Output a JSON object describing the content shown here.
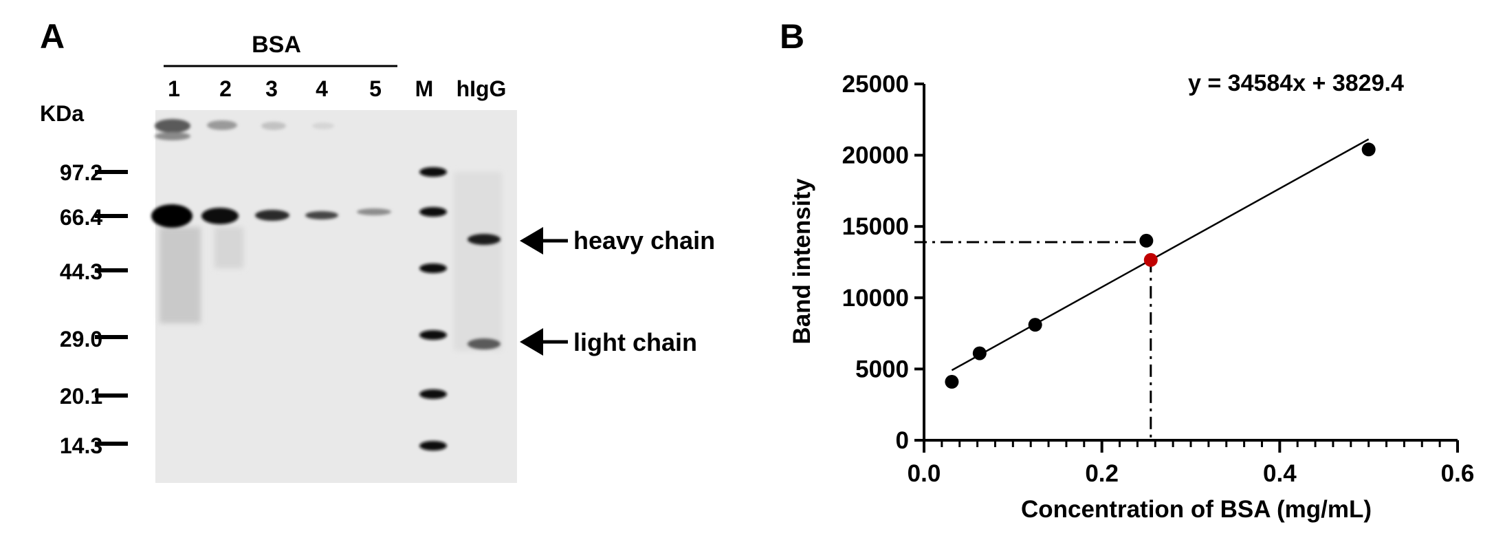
{
  "panel_a": {
    "label": "A",
    "group_label": "BSA",
    "lanes": [
      "1",
      "2",
      "3",
      "4",
      "5",
      "M",
      "hIgG"
    ],
    "unit": "KDa",
    "markers": [
      "97.2",
      "66.4",
      "44.3",
      "29.0",
      "20.1",
      "14.3"
    ],
    "annotations": [
      "heavy chain",
      "light chain"
    ]
  },
  "panel_b": {
    "label": "B"
  },
  "chart_data": {
    "type": "scatter",
    "title": "",
    "equation": "y = 34584x + 3829.4",
    "xlabel": "Concentration of BSA (mg/mL)",
    "ylabel": "Band intensity",
    "xlim": [
      0,
      0.6
    ],
    "ylim": [
      0,
      25000
    ],
    "xticks": [
      "0.0",
      "0.2",
      "0.4",
      "0.6"
    ],
    "yticks": [
      "0",
      "5000",
      "10000",
      "15000",
      "20000",
      "25000"
    ],
    "grid": false,
    "series": [
      {
        "x": [
          0.03125,
          0.0625,
          0.125,
          0.25,
          0.5
        ],
        "y": [
          4100,
          6100,
          8100,
          14000,
          20400
        ],
        "color": "#000000"
      }
    ],
    "fit": {
      "slope": 34584,
      "intercept": 3829.4,
      "x_range": [
        0.03125,
        0.5
      ],
      "color": "#000000"
    },
    "sample_point": {
      "x": 0.255,
      "y": 12650,
      "color": "#c00000"
    },
    "guide_line": {
      "x": 0.255,
      "y": 13900
    }
  }
}
